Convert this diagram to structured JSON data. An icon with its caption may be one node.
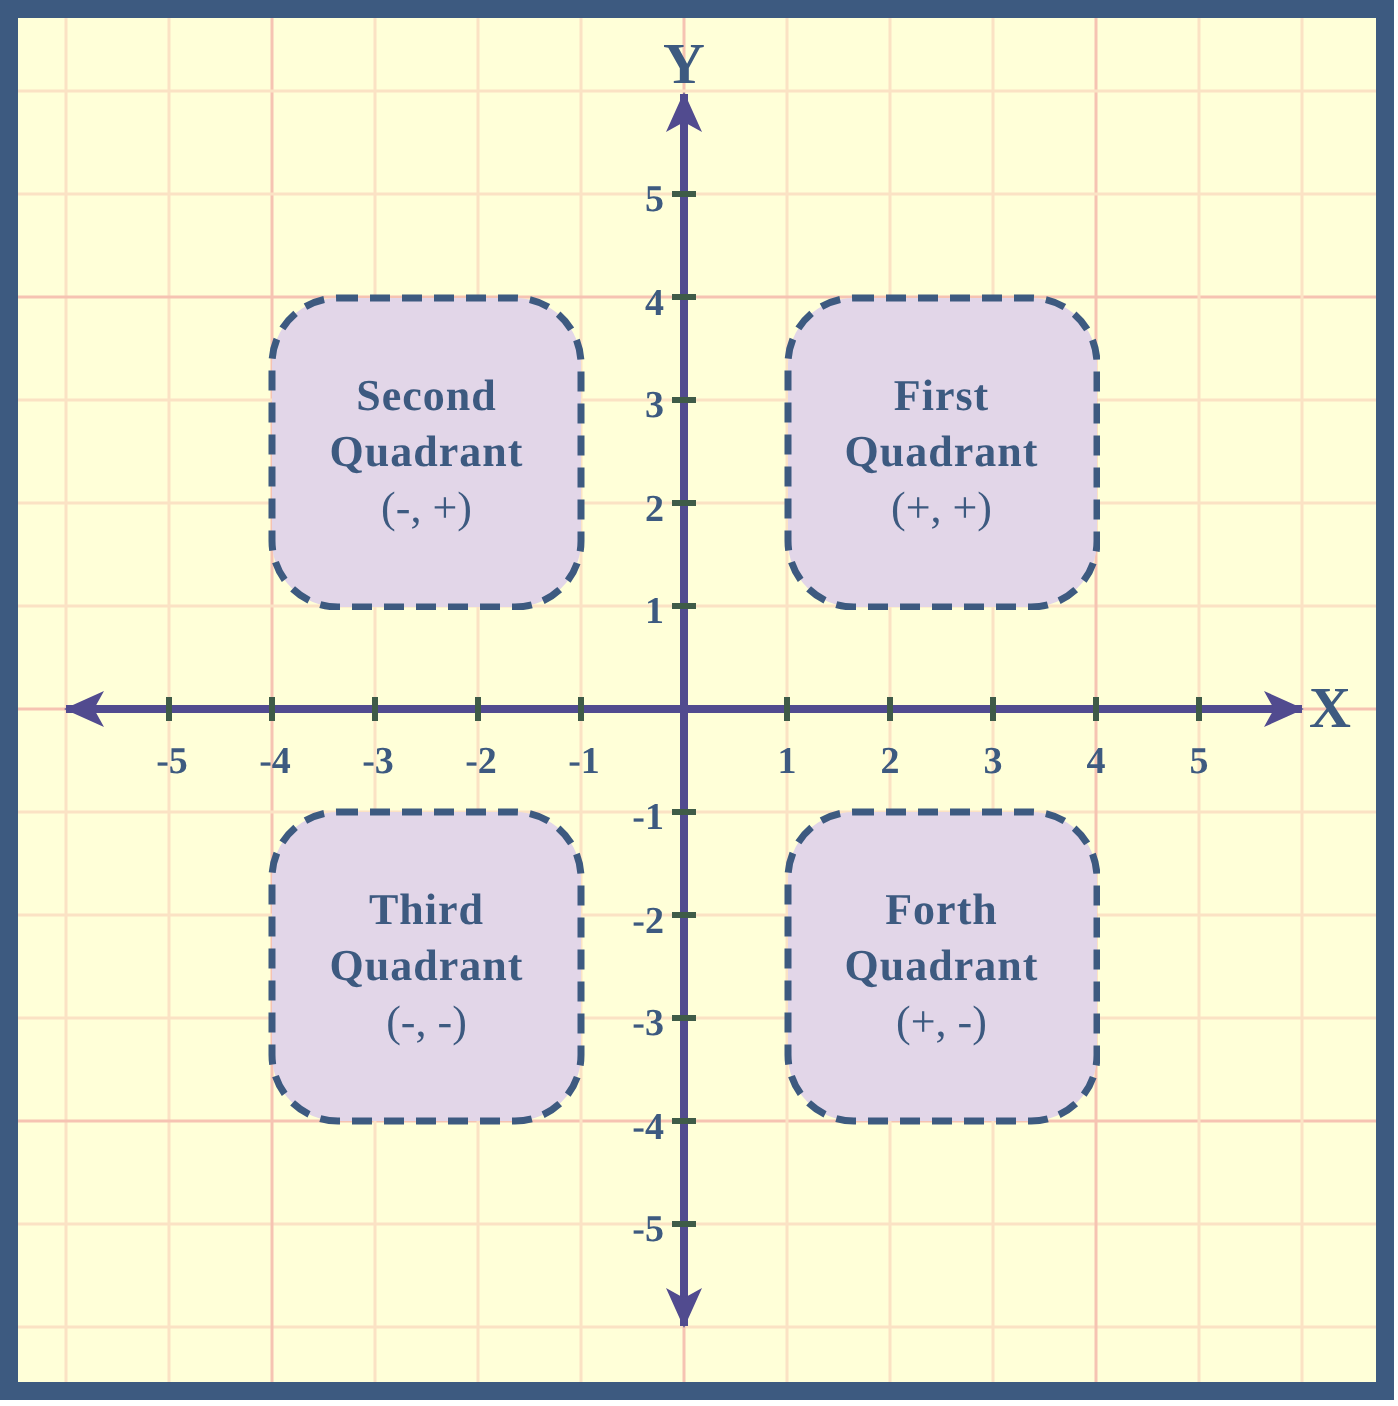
{
  "diagram": {
    "nodes": [
      {
        "text": [
          "Second Quadrant",
          "(-, +)"
        ]
      },
      {
        "text": [
          "First Quadrant",
          "(+, +)"
        ]
      },
      {
        "text": [
          "Third Quadrant",
          "(-, -)"
        ]
      },
      {
        "text": [
          "Forth Quadrant",
          "(+, -)"
        ]
      }
    ],
    "labels": [
      "Y",
      "5",
      "4",
      "3",
      "2",
      "1",
      "X",
      "-5",
      "-4",
      "-3",
      "-2",
      "-1",
      "1",
      "2",
      "3",
      "4",
      "5",
      "-1",
      "-2",
      "-3",
      "-4",
      "-5"
    ]
  }
}
